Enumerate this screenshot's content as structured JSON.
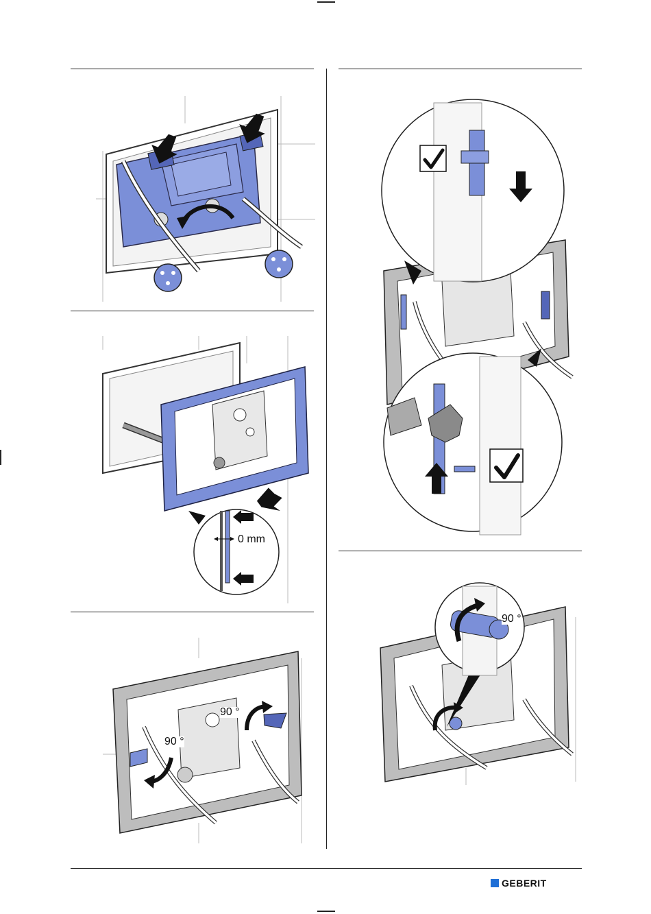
{
  "colors": {
    "brand": "#1f6fd6",
    "part_blue": "#7b8fd8",
    "part_blue_dark": "#5466b8",
    "frame_gray": "#9a9a9a",
    "line": "#222222"
  },
  "steps": {
    "step2_gap": "0 mm",
    "step3_angle_left": "90 °",
    "step3_angle_right": "90 °",
    "step5_angle": "90 °"
  },
  "checks": {
    "upper_icon": "checkmark-icon",
    "lower_icon": "checkmark-icon"
  },
  "footer": {
    "logo_text": "GEBERIT"
  }
}
